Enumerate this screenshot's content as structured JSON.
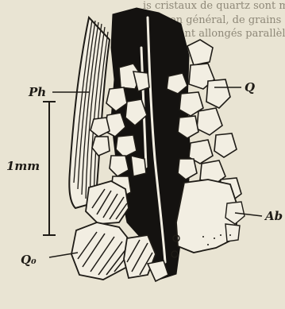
{
  "background_text": [
    "is cristaux de quartz sont moins allongés, en",
    "en général, de grains à contours irréguliers. Ils",
    "sont allongés parallèlement à la surface de l'"
  ],
  "figure": {
    "labels": {
      "ph": "Ph",
      "q": "Q",
      "ab": "Ab",
      "q0": "Q₀",
      "scale": "1mm"
    }
  }
}
